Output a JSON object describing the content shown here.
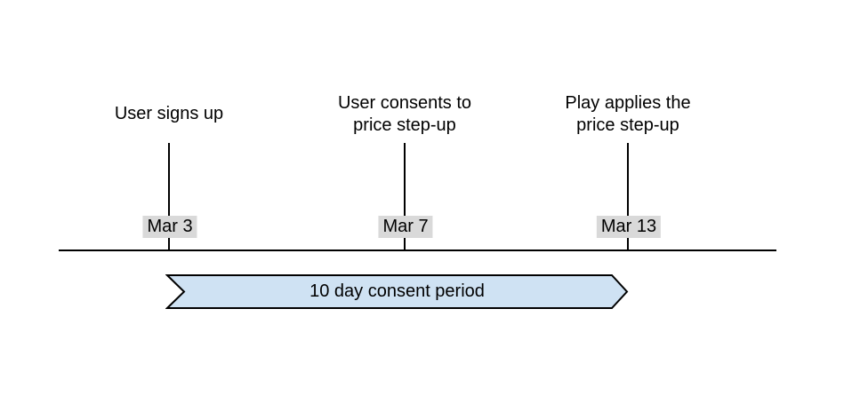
{
  "timeline": {
    "events": [
      {
        "title": "User signs up",
        "date": "Mar 3"
      },
      {
        "title": "User consents to\nprice step-up",
        "date": "Mar 7"
      },
      {
        "title": "Play applies the\nprice step-up",
        "date": "Mar 13"
      }
    ],
    "period_banner": {
      "label": "10 day consent period"
    }
  },
  "colors": {
    "banner_fill": "#cfe2f3",
    "banner_border": "#000000",
    "date_badge_bg": "#d9d9d9",
    "line_color": "#000000"
  }
}
